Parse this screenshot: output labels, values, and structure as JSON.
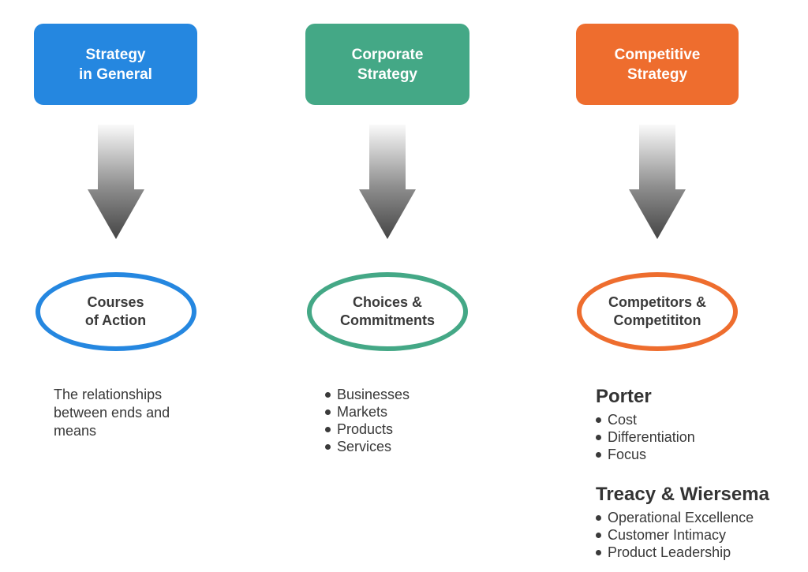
{
  "diagram": {
    "arrow_gradient": {
      "top": "#fafafa",
      "bottom": "#454545"
    },
    "text_color": "#383838",
    "columns": [
      {
        "id": "strategy-in-general",
        "accent": "#2587E0",
        "box_label": "Strategy\nin General",
        "ellipse_label": "Courses\nof Action",
        "description": "The relationships\nbetween ends and\nmeans"
      },
      {
        "id": "corporate-strategy",
        "accent": "#44A886",
        "box_label": "Corporate\nStrategy",
        "ellipse_label": "Choices &\nCommitments",
        "bullets": [
          "Businesses",
          "Markets",
          "Products",
          "Services"
        ]
      },
      {
        "id": "competitive-strategy",
        "accent": "#EE6D2E",
        "box_label": "Competitive\nStrategy",
        "ellipse_label": "Competitors &\nCompetititon",
        "sections": [
          {
            "heading": "Porter",
            "bullets": [
              "Cost",
              "Differentiation",
              "Focus"
            ]
          },
          {
            "heading": "Treacy & Wiersema",
            "bullets": [
              "Operational Excellence",
              "Customer Intimacy",
              "Product Leadership"
            ]
          }
        ]
      }
    ]
  }
}
